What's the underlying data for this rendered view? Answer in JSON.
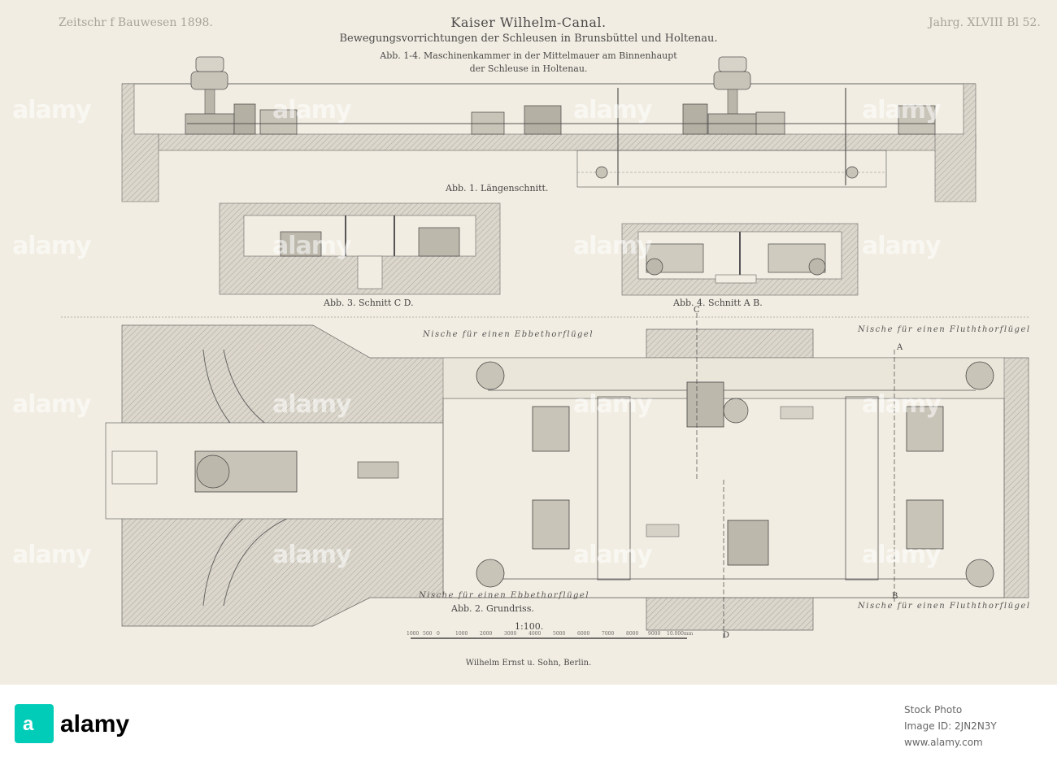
{
  "sheet": {
    "journal": "Zeitschr f Bauwesen 1898.",
    "volume": "Jahrg. XLVIII Bl 52.",
    "title": "Kaiser Wilhelm-Canal.",
    "subtitle": "Bewegungsvorrichtungen der Schleusen in Brunsbüttel und Holtenau.",
    "figures_line1": "Abb. 1-4. Maschinenkammer in der Mittelmauer am Binnenhaupt",
    "figures_line2": "der Schleuse in Holtenau.",
    "publisher": "Wilhelm Ernst u. Sohn, Berlin."
  },
  "captions": {
    "fig1": "Abb. 1. Längenschnitt.",
    "fig2": "Abb. 2. Grundriss.",
    "fig3": "Abb. 3. Schnitt C D.",
    "fig4": "Abb. 4. Schnitt A B."
  },
  "niches": {
    "ebb_top": "Nische für einen Ebbethorflügel",
    "flood_top": "Nische für einen Fluththorflügel",
    "ebb_bottom": "Nische für einen Ebbethorflügel",
    "flood_bottom": "Nische für einen Fluththorflügel"
  },
  "section_marks": {
    "a": "A",
    "b": "B",
    "c": "C",
    "d": "D"
  },
  "scale": {
    "label": "1:100.",
    "ticks": [
      "1000",
      "500",
      "0",
      "1000",
      "2000",
      "3000",
      "4000",
      "5000",
      "6000",
      "7000",
      "8000",
      "9000",
      "10.000mm"
    ]
  },
  "watermark": {
    "text": "alamy"
  },
  "footer": {
    "logo": "alamy",
    "stock_label": "Stock Photo",
    "image_id": "Image ID: 2JN2N3Y",
    "site": "www.alamy.com"
  },
  "colors": {
    "paper": "#f2ede2",
    "ink": "#4a4a4a",
    "wall_fill": "#d6d2c8"
  }
}
